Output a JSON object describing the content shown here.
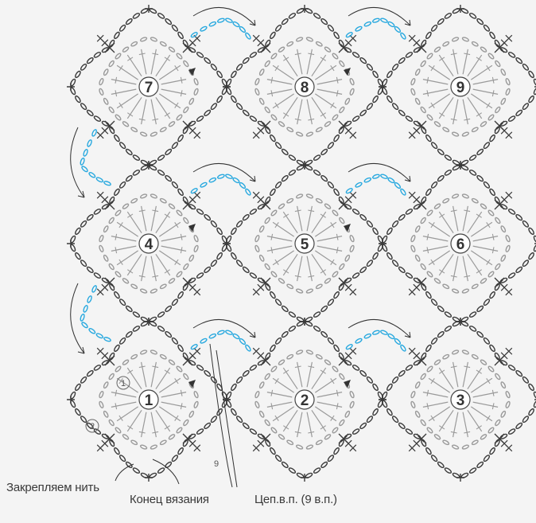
{
  "motifs": [
    {
      "n": "1",
      "col": 0,
      "row": 2
    },
    {
      "n": "2",
      "col": 1,
      "row": 2
    },
    {
      "n": "3",
      "col": 2,
      "row": 2
    },
    {
      "n": "4",
      "col": 0,
      "row": 1
    },
    {
      "n": "5",
      "col": 1,
      "row": 1
    },
    {
      "n": "6",
      "col": 2,
      "row": 1
    },
    {
      "n": "7",
      "col": 0,
      "row": 0
    },
    {
      "n": "8",
      "col": 1,
      "row": 0
    },
    {
      "n": "9",
      "col": 2,
      "row": 0
    }
  ],
  "row_markers": [
    "1",
    "2"
  ],
  "chain_count_mark": "9",
  "labels": {
    "fasten": "Закрепляем нить",
    "end": "Конец вязания",
    "chain": "Цеп.в.п. (9 в.п.)"
  },
  "colors": {
    "background": "#f4f4f4",
    "dark_stitch": "#3b3b3b",
    "light_stitch": "#9a9a9a",
    "joining_chain": "#29a9df"
  }
}
